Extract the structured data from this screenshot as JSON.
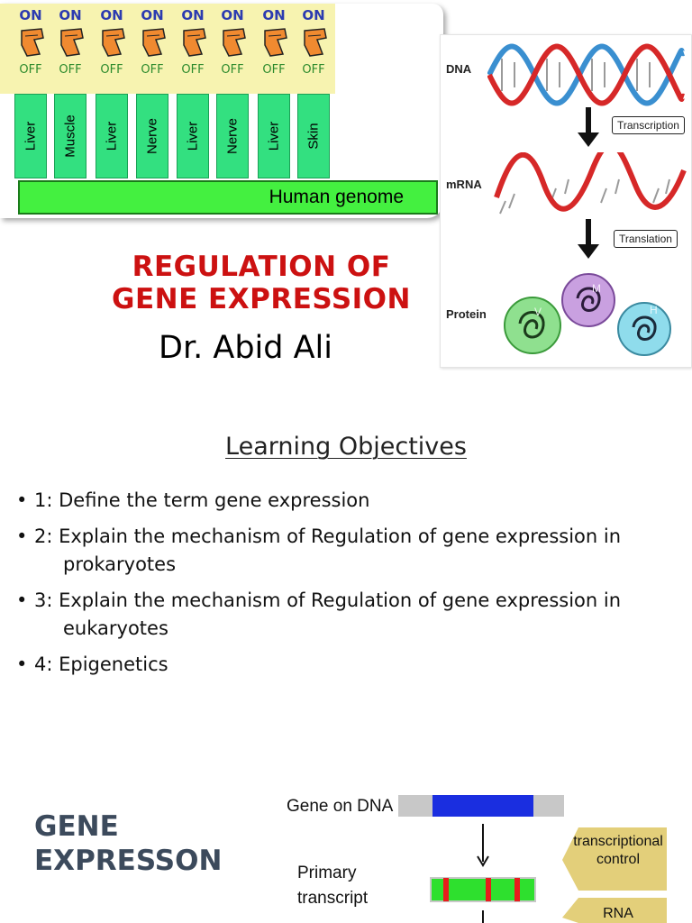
{
  "genome_figure": {
    "switch_on": "ON",
    "switch_off": "OFF",
    "tissues": [
      "Liver",
      "Muscle",
      "Liver",
      "Nerve",
      "Liver",
      "Nerve",
      "Liver",
      "Skin"
    ],
    "genome_label": "Human genome"
  },
  "dogma_figure": {
    "dna_label": "DNA",
    "mrna_label": "mRNA",
    "protein_label": "Protein",
    "step1": "Transcription",
    "step2": "Translation",
    "protein_letters": [
      "V",
      "M",
      "H"
    ]
  },
  "title": {
    "line1": "REGULATION OF",
    "line2": "GENE EXPRESSION",
    "author": "Dr. Abid Ali"
  },
  "objectives": {
    "heading": "Learning Objectives",
    "items": [
      {
        "line1": "1: Define the term gene expression",
        "line2": ""
      },
      {
        "line1": "2: Explain the mechanism of Regulation of gene expression in",
        "line2": "prokaryotes"
      },
      {
        "line1": "3: Explain the mechanism of Regulation of gene expression in",
        "line2": "eukaryotes"
      },
      {
        "line1": "4: Epigenetics",
        "line2": ""
      }
    ]
  },
  "gene_expression": {
    "title_line1": "GENE",
    "title_line2": "EXPRESSON",
    "gene_on_dna": "Gene on DNA",
    "primary_transcript_1": "Primary",
    "primary_transcript_2": "transcript",
    "control1_line1": "transcriptional",
    "control1_line2": "control",
    "control2": "RNA"
  },
  "colors": {
    "title_red": "#cc1111",
    "strand_blue": "#3a8fd0",
    "strand_red": "#d62828",
    "tissue_green": "#33e080",
    "genome_green": "#44f040",
    "control_tan": "#e3cf7a"
  }
}
